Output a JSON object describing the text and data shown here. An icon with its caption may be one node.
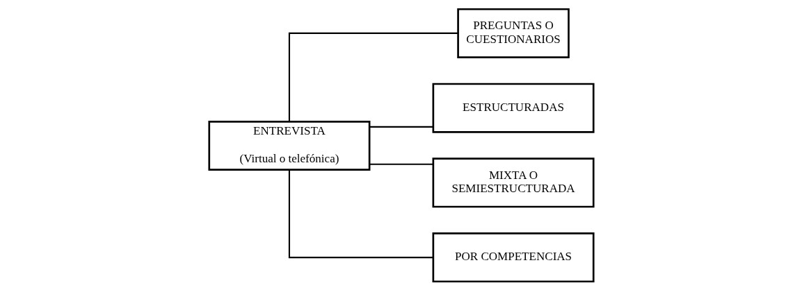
{
  "diagram": {
    "nodes": [
      {
        "text": [
          "ENTREVISTA",
          "(Virtual o telefónica)"
        ]
      },
      {
        "text": [
          "PREGUNTAS O CUESTIONARIOS"
        ]
      },
      {
        "text": [
          "ESTRUCTURADAS"
        ]
      },
      {
        "text": [
          "MIXTA O SEMIESTRUCTURADA"
        ]
      },
      {
        "text": [
          "POR COMPETENCIAS"
        ]
      }
    ],
    "edges": [
      {
        "from": 0,
        "to": 1,
        "arrow": "none"
      },
      {
        "from": 0,
        "to": 2,
        "arrow": "none"
      },
      {
        "from": 0,
        "to": 3,
        "arrow": "none"
      },
      {
        "from": 0,
        "to": 4,
        "arrow": "none"
      }
    ]
  }
}
